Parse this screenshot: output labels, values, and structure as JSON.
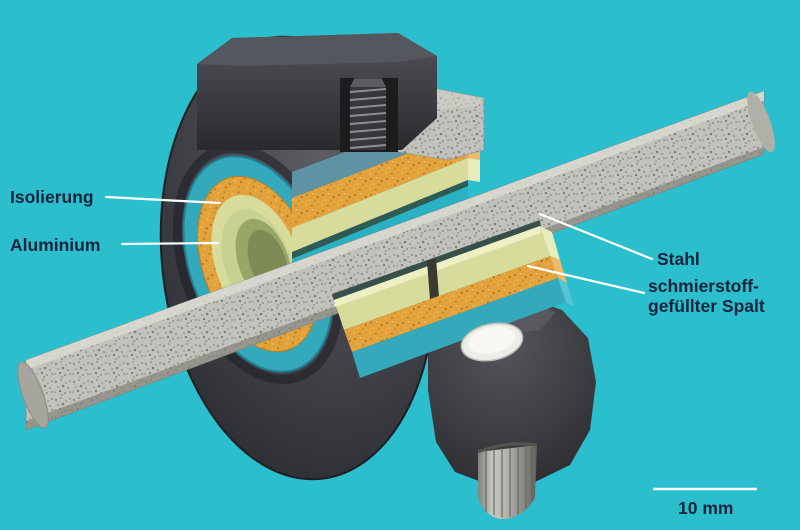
{
  "figure": {
    "labels": {
      "isolierung": "Isolierung",
      "aluminium": "Aluminium",
      "stahl": "Stahl",
      "spalt_line1": "schmierstoff-",
      "spalt_line2": "gefüllter Spalt"
    },
    "scale_bar": {
      "text": "10 mm"
    },
    "colors": {
      "background": "#2bbfce",
      "label_text": "#16233b",
      "leader_line": "#ffffff",
      "housing": "#3a3a3e",
      "insulation": "#35a9bc",
      "aluminium": "#e2a33c",
      "bearing_layer": "#d8dc9b",
      "steel": "#c2c2bc"
    },
    "parts": [
      {
        "label": "Isolierung",
        "color_key": "insulation"
      },
      {
        "label": "Aluminium",
        "color_key": "aluminium"
      },
      {
        "label": "Stahl",
        "color_key": "steel"
      },
      {
        "label": "schmierstoff-gefüllter Spalt",
        "color_key": "bearing_layer"
      }
    ]
  }
}
